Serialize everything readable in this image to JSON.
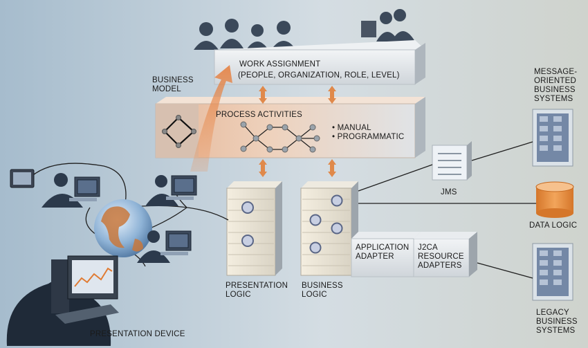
{
  "work_assignment": {
    "title": "WORK ASSIGNMENT",
    "detail": "(PEOPLE, ORGANIZATION, ROLE, LEVEL)"
  },
  "business_model": {
    "line1": "BUSINESS",
    "line2": "MODEL"
  },
  "process": {
    "title": "PROCESS ACTIVITIES",
    "bullet1": "• MANUAL",
    "bullet2": "• PROGRAMMATIC"
  },
  "jms": "JMS",
  "mom": {
    "line1": "MESSAGE-",
    "line2": "ORIENTED",
    "line3": "BUSINESS",
    "line4": "SYSTEMS"
  },
  "data_logic": "DATA LOGIC",
  "legacy": {
    "line1": "LEGACY",
    "line2": "BUSINESS",
    "line3": "SYSTEMS"
  },
  "presentation_logic": {
    "line1": "PRESENTATION",
    "line2": "LOGIC"
  },
  "business_logic": {
    "line1": "BUSINESS",
    "line2": "LOGIC"
  },
  "app_adapter": {
    "line1": "APPLICATION",
    "line2": "ADAPTER"
  },
  "j2ca": {
    "line1": "J2CA",
    "line2": "RESOURCE",
    "line3": "ADAPTERS"
  },
  "presentation_device": "PRESENTATION DEVICE",
  "colors": {
    "arrow": "#e0894a",
    "process_fill": "#e9b48e",
    "box_fill": "#dfe3e7",
    "line": "#1f1f1f",
    "db_fill": "#e8923d"
  }
}
